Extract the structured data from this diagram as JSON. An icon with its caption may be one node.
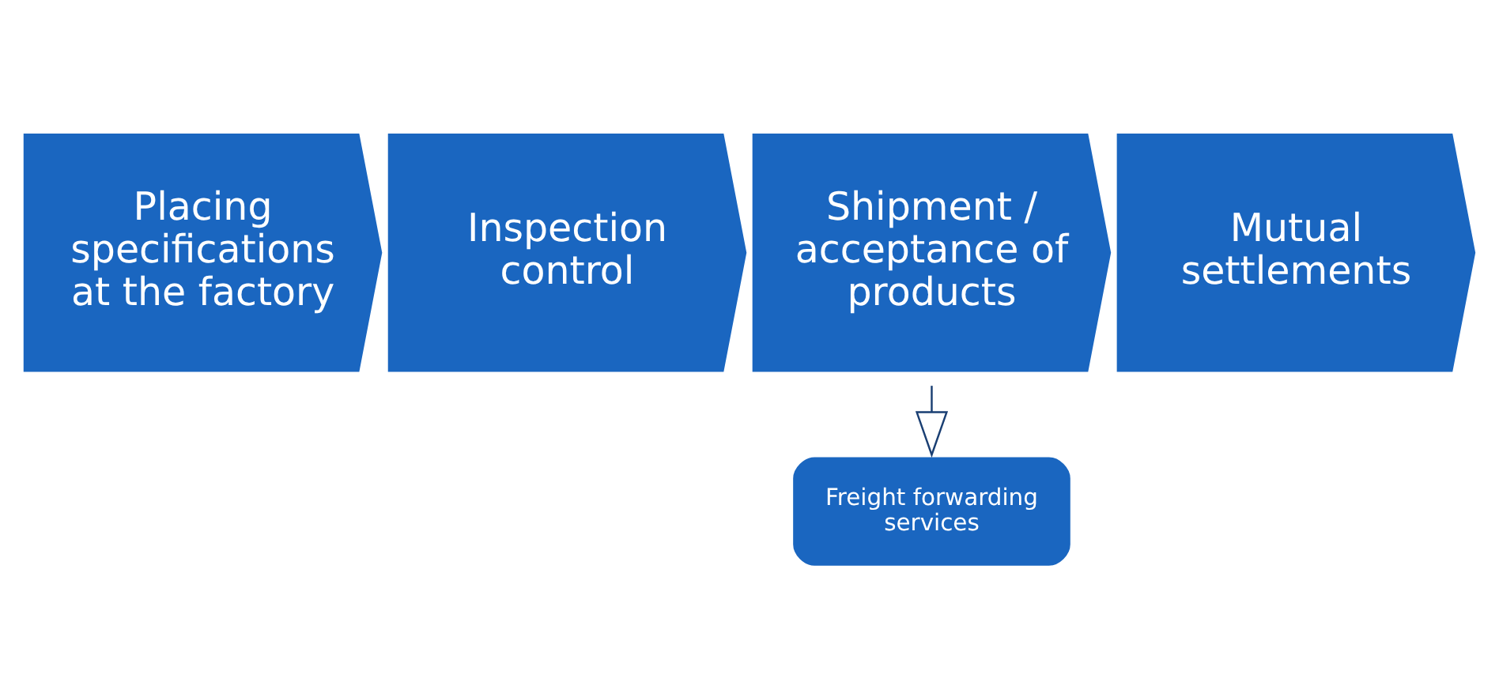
{
  "diagram": {
    "nodes": [
      {
        "text": [
          "Placing specifications at the factory"
        ]
      },
      {
        "text": [
          "Inspection control"
        ]
      },
      {
        "text": [
          "Shipment / acceptance of products"
        ]
      },
      {
        "text": [
          "Mutual settlements"
        ]
      },
      {
        "text": [
          "Freight forwarding services"
        ]
      }
    ],
    "edges": [
      {
        "from": 2,
        "to": 4,
        "arrow": "to"
      }
    ]
  }
}
